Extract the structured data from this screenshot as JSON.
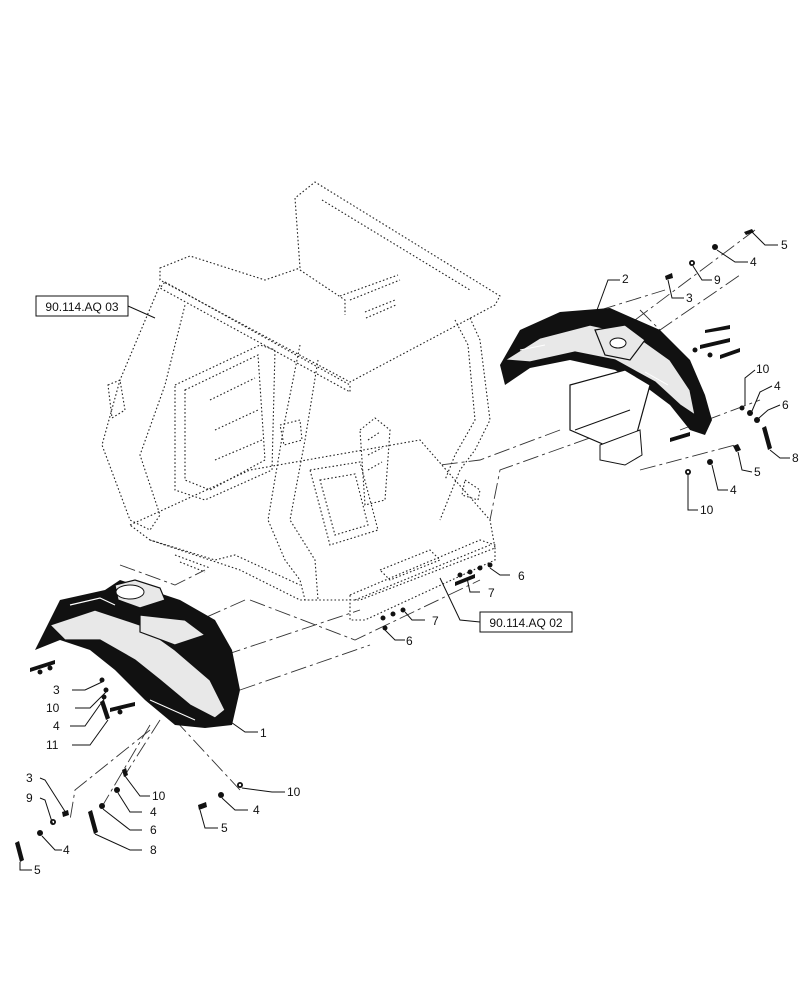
{
  "references": {
    "ref_top_left": "90.114.AQ 03",
    "ref_middle_right": "90.114.AQ 02"
  },
  "callouts": {
    "part_1": "1",
    "part_2": "2",
    "right_top": {
      "c5": "5",
      "c4": "4",
      "c9": "9",
      "c3": "3"
    },
    "right_mid": {
      "c10a": "10",
      "c4": "4",
      "c6": "6",
      "c8": "8",
      "c5": "5",
      "c4b": "4",
      "c10b": "10"
    },
    "center": {
      "c6a": "6",
      "c7a": "7",
      "c7b": "7",
      "c6b": "6"
    },
    "left_mid": {
      "c3": "3",
      "c10": "10",
      "c4": "4",
      "c11": "11"
    },
    "left_bottom": {
      "c3": "3",
      "c9": "9",
      "c4": "4",
      "c5": "5"
    },
    "bottom_center": {
      "c10a": "10",
      "c4": "4",
      "c6": "6",
      "c8": "8",
      "c10b": "10",
      "c4b": "4",
      "c5": "5"
    }
  }
}
